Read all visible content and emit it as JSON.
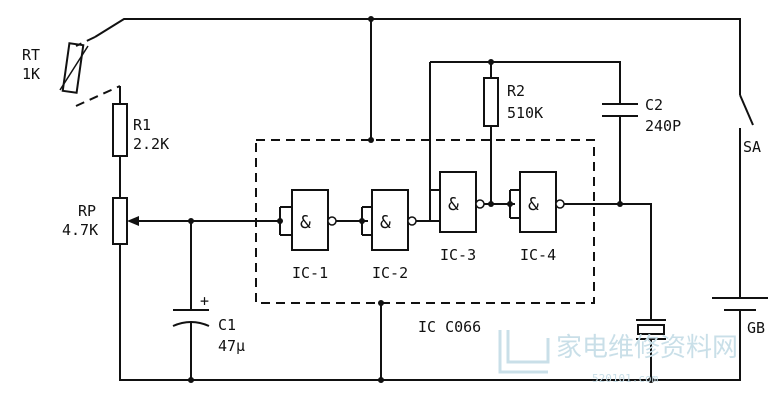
{
  "components": {
    "rt": {
      "name": "RT",
      "value": "1K"
    },
    "r1": {
      "name": "R1",
      "value": "2.2K"
    },
    "rp": {
      "name": "RP",
      "value": "4.7K"
    },
    "c1": {
      "name": "C1",
      "value": "47μ",
      "polarity": "+"
    },
    "r2": {
      "name": "R2",
      "value": "510K"
    },
    "c2": {
      "name": "C2",
      "value": "240P"
    },
    "sa": {
      "name": "SA"
    },
    "gb": {
      "name": "GB"
    }
  },
  "ic": {
    "label": "IC C066",
    "gates": [
      {
        "name": "IC-1",
        "symbol": "&"
      },
      {
        "name": "IC-2",
        "symbol": "&"
      },
      {
        "name": "IC-3",
        "symbol": "&"
      },
      {
        "name": "IC-4",
        "symbol": "&"
      }
    ]
  },
  "watermark": {
    "text": "家电维修资料网",
    "url": "520101.com"
  }
}
